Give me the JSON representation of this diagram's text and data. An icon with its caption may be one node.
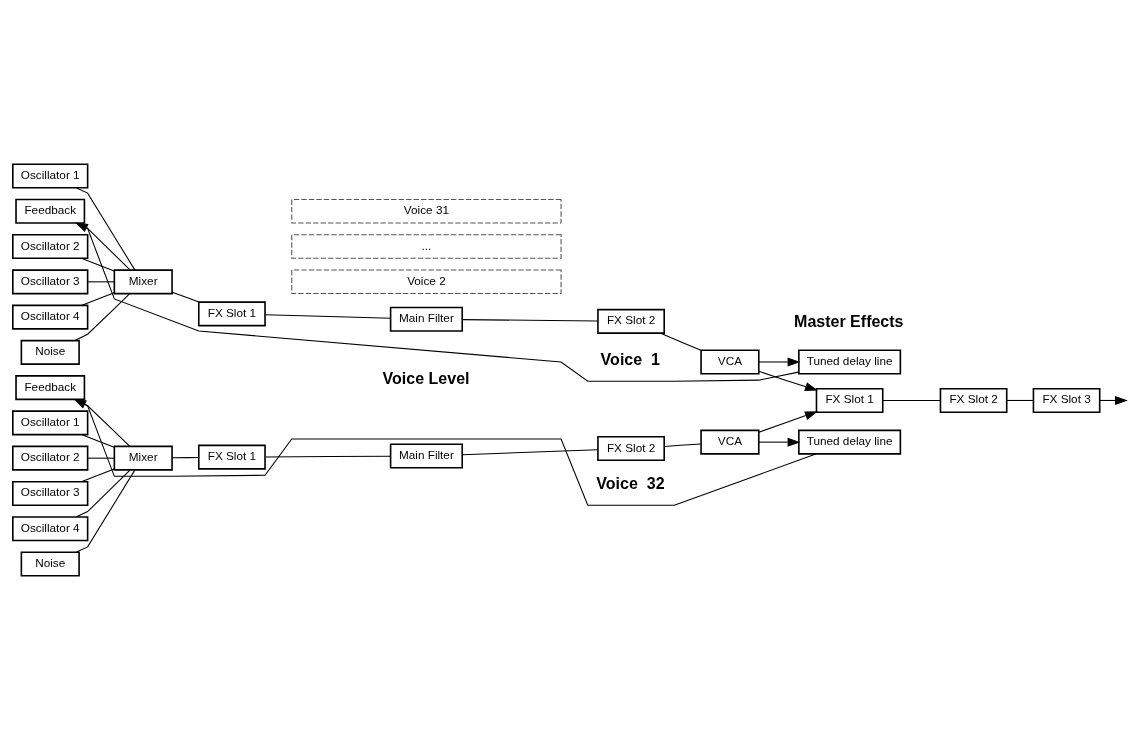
{
  "diagram": {
    "nodes": [
      {
        "text": [
          "Oscillator 1"
        ]
      },
      {
        "text": [
          "Oscillator 2"
        ]
      },
      {
        "text": [
          "Oscillator 3"
        ]
      },
      {
        "text": [
          "Oscillator 4"
        ]
      },
      {
        "text": [
          "Noise"
        ]
      },
      {
        "text": [
          "Feedback"
        ]
      },
      {
        "text": [
          "Mixer"
        ]
      },
      {
        "text": [
          "FX Slot 1"
        ]
      },
      {
        "text": [
          "Main Filter"
        ]
      },
      {
        "text": [
          "FX Slot 2"
        ]
      },
      {
        "text": [
          "VCA"
        ]
      },
      {
        "text": [
          "Tuned delay line"
        ]
      },
      {
        "text": [
          "Voice 2"
        ]
      },
      {
        "text": [
          "..."
        ]
      },
      {
        "text": [
          "Voice 31"
        ]
      },
      {
        "text": [
          "Oscillator 1"
        ]
      },
      {
        "text": [
          "Oscillator 2"
        ]
      },
      {
        "text": [
          "Oscillator 3"
        ]
      },
      {
        "text": [
          "Oscillator 4"
        ]
      },
      {
        "text": [
          "Noise"
        ]
      },
      {
        "text": [
          "Feedback"
        ]
      },
      {
        "text": [
          "Mixer"
        ]
      },
      {
        "text": [
          "FX Slot 1"
        ]
      },
      {
        "text": [
          "Main Filter"
        ]
      },
      {
        "text": [
          "FX Slot 2"
        ]
      },
      {
        "text": [
          "VCA"
        ]
      },
      {
        "text": [
          "Tuned delay line"
        ]
      },
      {
        "text": [
          "FX Slot 1"
        ]
      },
      {
        "text": [
          "FX Slot 2"
        ]
      },
      {
        "text": [
          "FX Slot 3"
        ]
      }
    ],
    "edges": [
      {
        "from": 0,
        "to": 6,
        "arrow": "none"
      },
      {
        "from": 1,
        "to": 6,
        "arrow": "none"
      },
      {
        "from": 2,
        "to": 6,
        "arrow": "none"
      },
      {
        "from": 3,
        "to": 6,
        "arrow": "none"
      },
      {
        "from": 4,
        "to": 6,
        "arrow": "none"
      },
      {
        "from": 5,
        "to": 6,
        "arrow": "none"
      },
      {
        "from": 6,
        "to": 7,
        "arrow": "none"
      },
      {
        "from": 7,
        "to": 8,
        "arrow": "none"
      },
      {
        "from": 8,
        "to": 9,
        "arrow": "none"
      },
      {
        "from": 9,
        "to": 10,
        "arrow": "none"
      },
      {
        "from": 10,
        "to": 11,
        "arrow": "to"
      },
      {
        "from": 11,
        "to": 5,
        "arrow": "to"
      },
      {
        "from": 10,
        "to": 27,
        "arrow": "to"
      },
      {
        "from": 15,
        "to": 21,
        "arrow": "none"
      },
      {
        "from": 16,
        "to": 21,
        "arrow": "none"
      },
      {
        "from": 17,
        "to": 21,
        "arrow": "none"
      },
      {
        "from": 18,
        "to": 21,
        "arrow": "none"
      },
      {
        "from": 19,
        "to": 21,
        "arrow": "none"
      },
      {
        "from": 20,
        "to": 21,
        "arrow": "none"
      },
      {
        "from": 21,
        "to": 22,
        "arrow": "none"
      },
      {
        "from": 22,
        "to": 23,
        "arrow": "none"
      },
      {
        "from": 23,
        "to": 24,
        "arrow": "none"
      },
      {
        "from": 24,
        "to": 25,
        "arrow": "none"
      },
      {
        "from": 25,
        "to": 26,
        "arrow": "to"
      },
      {
        "from": 26,
        "to": 20,
        "arrow": "to"
      },
      {
        "from": 25,
        "to": 27,
        "arrow": "to"
      },
      {
        "from": 27,
        "to": 28,
        "arrow": "none"
      },
      {
        "from": 28,
        "to": 29,
        "arrow": "none"
      },
      {
        "from": 29,
        "to": null,
        "arrow": "to"
      }
    ],
    "labels": [
      "Voice Level",
      "Voice  1",
      "Master Effects",
      "Voice  32"
    ]
  }
}
